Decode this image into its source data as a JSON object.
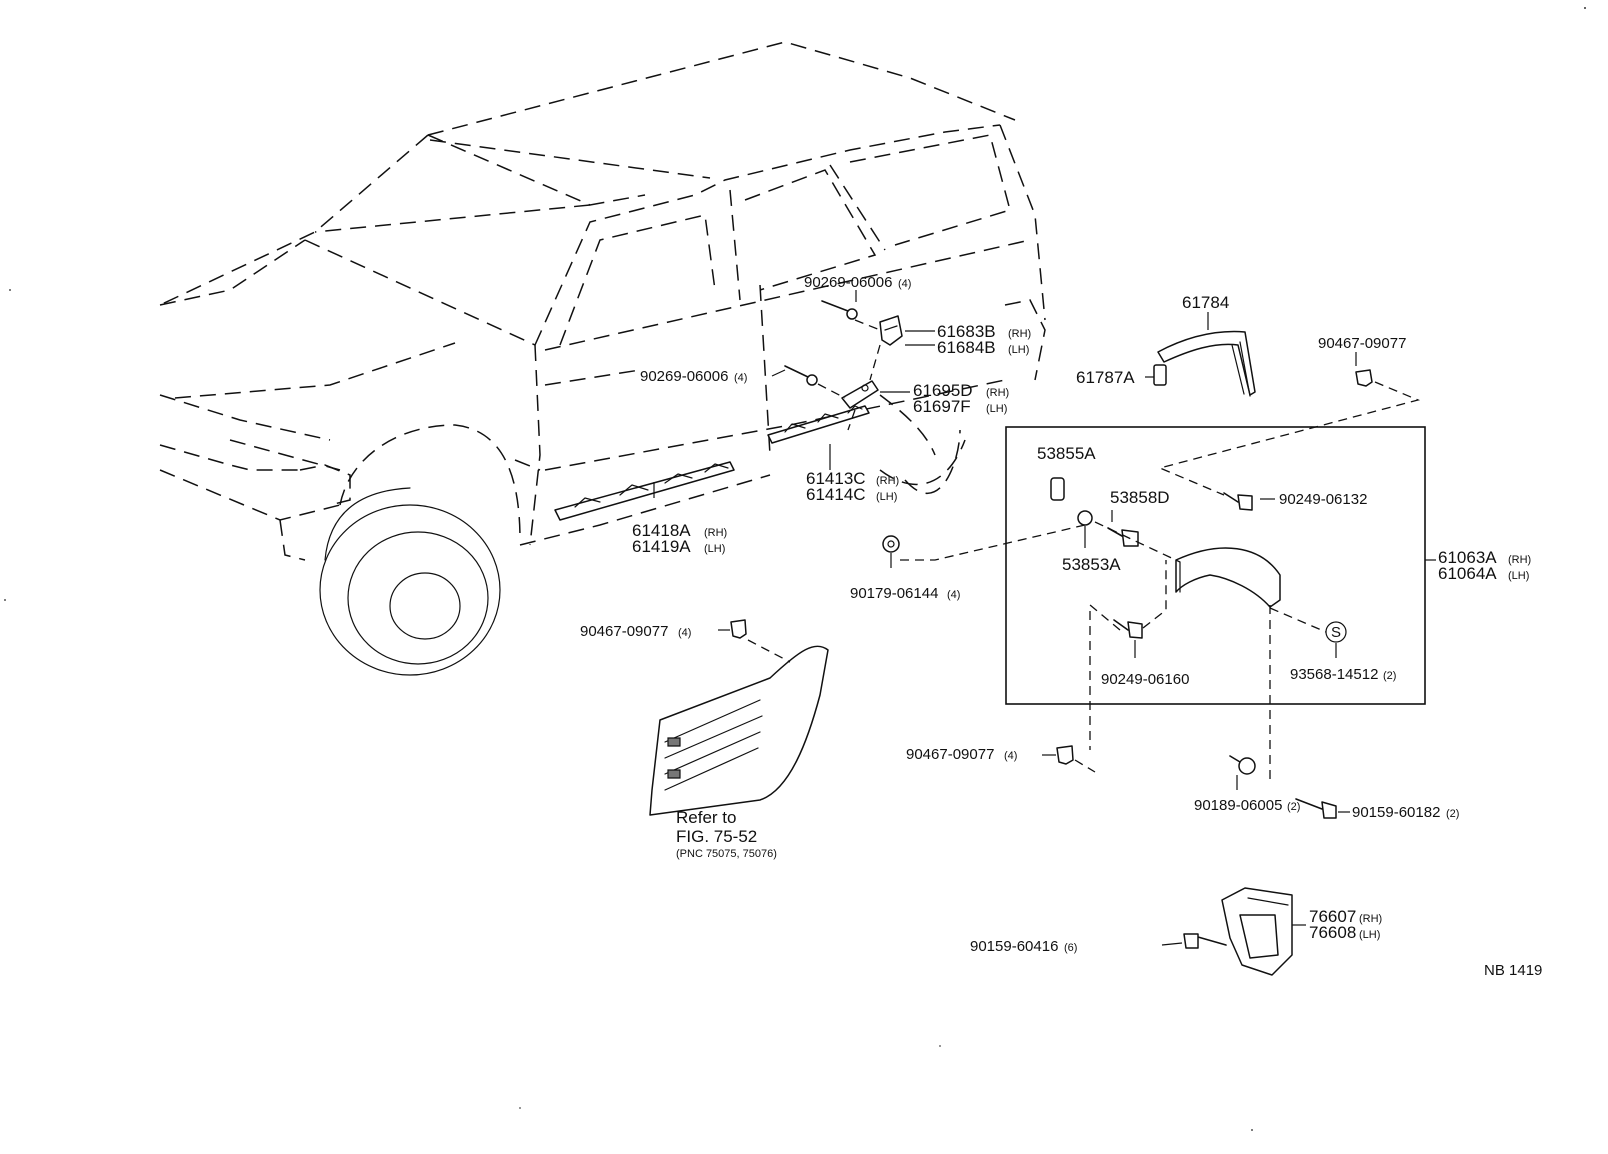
{
  "diagram": {
    "code": "NB 1419",
    "refer_note": {
      "line1": "Refer to",
      "line2": "FIG. 75-52",
      "line3": "(PNC  75075, 75076)"
    },
    "callouts": {
      "c90269a": {
        "part": "90269-06006",
        "qty": "(4)"
      },
      "c90269b": {
        "part": "90269-06006",
        "qty": "(4)"
      },
      "c61683": {
        "part": "61683B",
        "side": "(RH)"
      },
      "c61684": {
        "part": "61684B",
        "side": "(LH)"
      },
      "c61695": {
        "part": "61695D",
        "side": "(RH)"
      },
      "c61697": {
        "part": "61697F",
        "side": "(LH)"
      },
      "c61413": {
        "part": "61413C",
        "side": "(RH)"
      },
      "c61414": {
        "part": "61414C",
        "side": "(LH)"
      },
      "c61418": {
        "part": "61418A",
        "side": "(RH)"
      },
      "c61419": {
        "part": "61419A",
        "side": "(LH)"
      },
      "c61784": {
        "part": "61784"
      },
      "c61787": {
        "part": "61787A"
      },
      "c90467a": {
        "part": "90467-09077"
      },
      "c53855": {
        "part": "53855A"
      },
      "c53858": {
        "part": "53858D"
      },
      "c53853": {
        "part": "53853A"
      },
      "c90249a": {
        "part": "90249-06132"
      },
      "c61063": {
        "part": "61063A",
        "side": "(RH)"
      },
      "c61064": {
        "part": "61064A",
        "side": "(LH)"
      },
      "c90179": {
        "part": "90179-06144",
        "qty": "(4)"
      },
      "c90467b": {
        "part": "90467-09077",
        "qty": "(4)"
      },
      "c90249b": {
        "part": "90249-06160"
      },
      "c93568": {
        "part": "93568-14512",
        "qty": "(2)"
      },
      "c90467c": {
        "part": "90467-09077",
        "qty": "(4)"
      },
      "c90189": {
        "part": "90189-06005",
        "qty": "(2)"
      },
      "c90159a": {
        "part": "90159-60182",
        "qty": "(2)"
      },
      "c76607": {
        "part": "76607",
        "side": "(RH)"
      },
      "c76608": {
        "part": "76608",
        "side": "(LH)"
      },
      "c90159b": {
        "part": "90159-60416",
        "qty": "(6)"
      }
    },
    "seal_mark": "S"
  }
}
